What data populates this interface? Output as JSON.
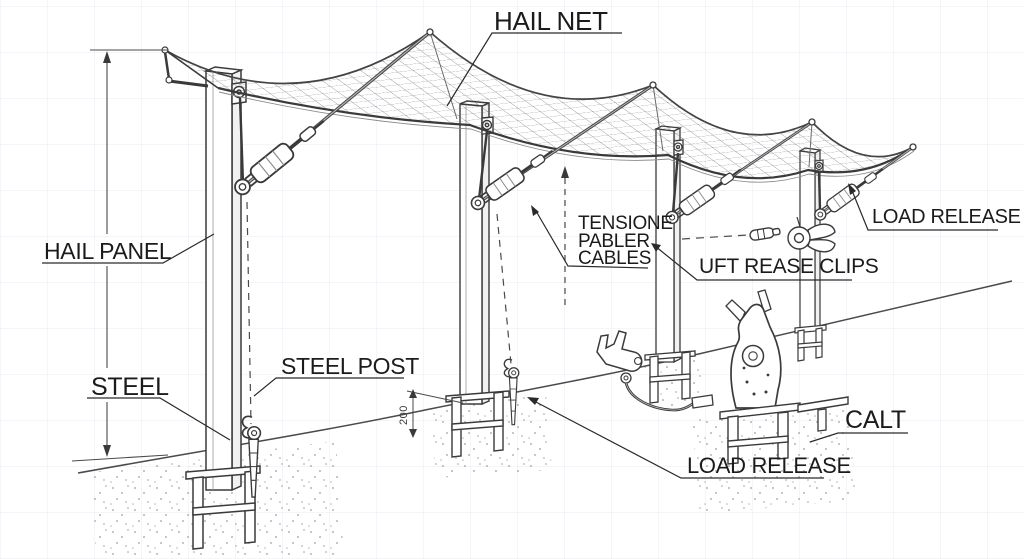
{
  "diagram": {
    "type": "technical-line-drawing",
    "colors": {
      "ink": "#3a3a3a",
      "light_ink": "#8a8a8a",
      "mesh": "#5f5f5f",
      "background": "#ffffff",
      "label_ink": "#1b1b1b"
    },
    "labels": {
      "hail_net": "HAIL NET",
      "hail_panel": "HAIL PANEL",
      "steel": "STEEL",
      "steel_post": "STEEL POST",
      "tension_cables": [
        "TENSIONE",
        "PABLER",
        "CABLES"
      ],
      "lift_release_clips": "UFT REASE CLIPS",
      "load_release_right": "LOAD RELEASE",
      "calt": "CALT",
      "load_release_bottom": "LOAD RELEASE",
      "dimension_value": "200"
    }
  }
}
